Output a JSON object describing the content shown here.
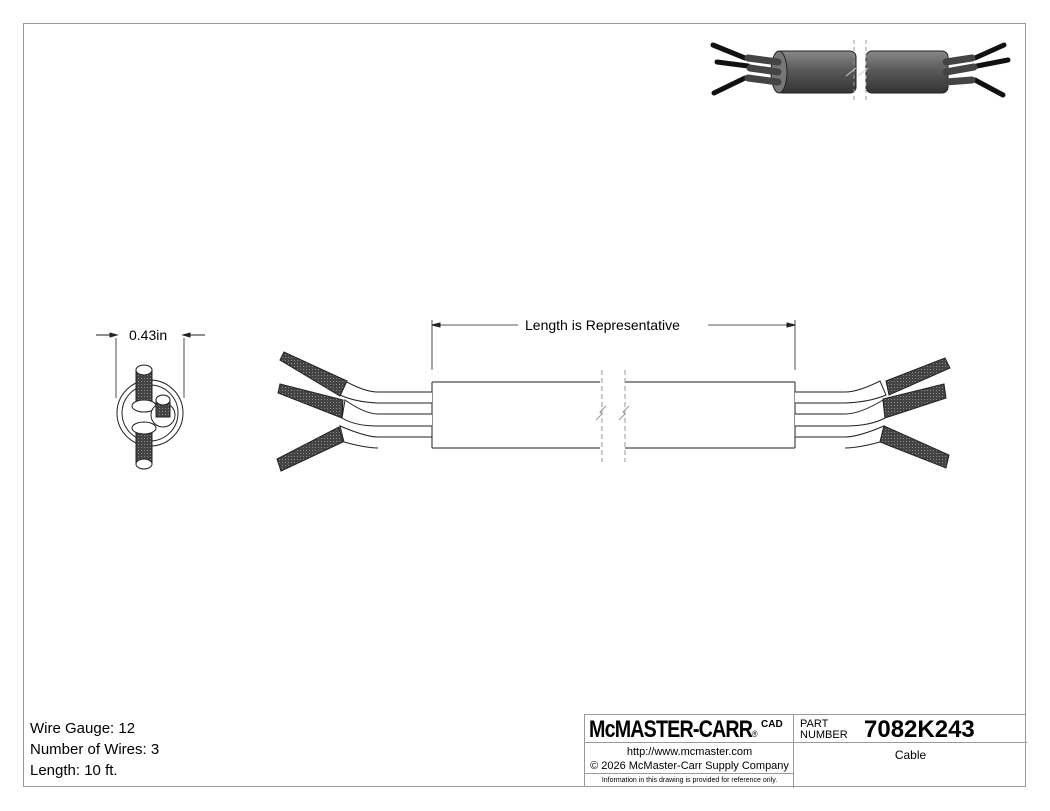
{
  "drawing": {
    "dimension_diameter": "0.43in",
    "length_note": "Length is Representative"
  },
  "specs": {
    "wire_gauge": "Wire Gauge: 12",
    "number_of_wires": "Number of Wires: 3",
    "length": "Length: 10 ft."
  },
  "title_block": {
    "logo": "McMASTER-CARR",
    "logo_reg": "®",
    "cad_label": "CAD",
    "url": "http://www.mcmaster.com",
    "copyright": "© 2026 McMaster-Carr Supply Company",
    "note": "Information in this drawing is provided for reference only.",
    "part_label_line1": "PART",
    "part_label_line2": "NUMBER",
    "part_number": "7082K243",
    "description": "Cable"
  },
  "colors": {
    "border": "#9a9a9a",
    "line": "#333333",
    "wire_fill": "#3a3a3a",
    "iso_cable": "#555555"
  }
}
